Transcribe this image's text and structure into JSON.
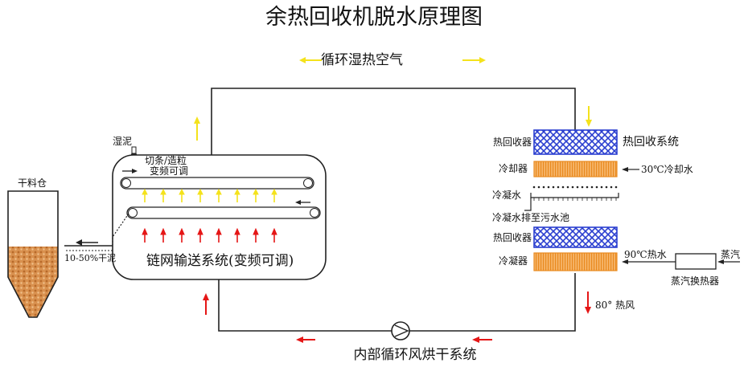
{
  "title": "余热回收机脱水原理图",
  "labels": {
    "circulating_air": "循环湿热空气",
    "heat_recovery_system": "热回收系统",
    "wet_sludge": "湿泥",
    "cut_granulate": "切条/造粒",
    "variable_freq_1": "变频可调",
    "dry_silo": "干料仓",
    "dry_sludge": "10-50%干泥",
    "chain_conveyor": "链网输送系统(变频可调)",
    "heat_recovery_1": "热回收器",
    "cooler": "冷却器",
    "cooling_water": "30℃冷却水",
    "condensate": "冷凝水",
    "condensate_drain": "冷凝水排至污水池",
    "heat_recovery_2": "热回收器",
    "condenser": "冷凝器",
    "hot_water": "90℃热水",
    "steam": "蒸汽",
    "steam_exchanger": "蒸汽换热器",
    "hot_air": "80° 热风",
    "internal_loop": "内部循环风烘干系统"
  },
  "colors": {
    "hex_fill": "#2b3fd0",
    "cooler_fill": "#f3a13a",
    "sludge_fill": "#d9914f",
    "arrow_red": "#e51616",
    "arrow_yellow": "#f4e21c",
    "line": "#222222"
  }
}
